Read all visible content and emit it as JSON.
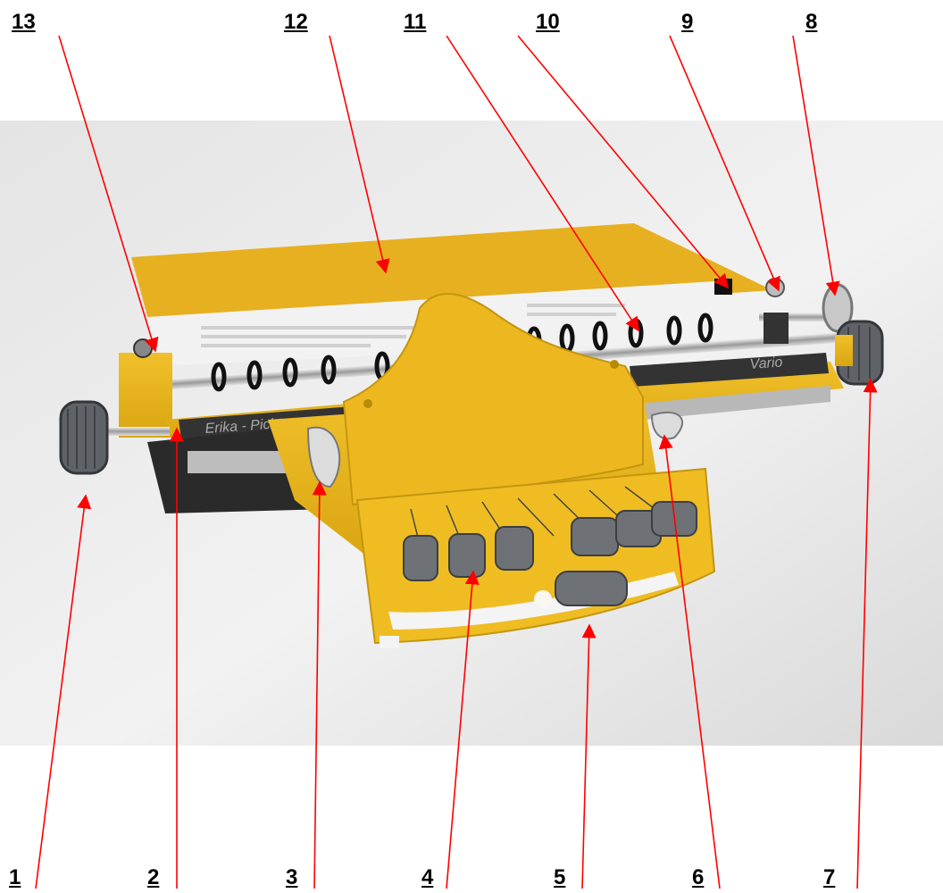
{
  "labels": {
    "n1": "1",
    "n2": "2",
    "n3": "3",
    "n4": "4",
    "n5": "5",
    "n6": "6",
    "n7": "7",
    "n8": "8",
    "n9": "9",
    "n10": "10",
    "n11": "11",
    "n12": "12",
    "n13": "13"
  },
  "machine_text": {
    "brand_left": "Erika - Picht",
    "brand_right": "Vario"
  },
  "colors": {
    "body_yellow": "#e8b31a",
    "callout_red": "#ff0000",
    "knob_gray": "#6b6f73"
  }
}
